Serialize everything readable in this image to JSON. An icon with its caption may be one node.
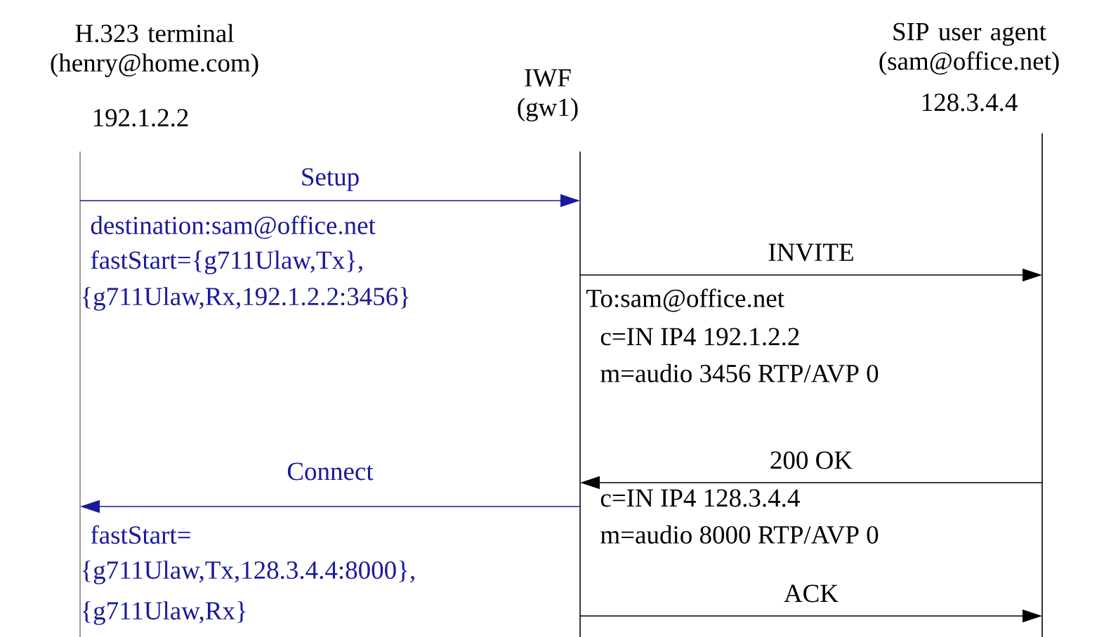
{
  "diagram": {
    "nodes": [
      {
        "text": [
          "H.323 terminal (henry@home.com)",
          "192.1.2.2"
        ]
      },
      {
        "text": [
          "IWF (gw1)"
        ]
      },
      {
        "text": [
          "SIP user agent (sam@office.net)",
          "128.3.4.4"
        ]
      }
    ],
    "edges": [
      {
        "from": 0,
        "to": 1,
        "arrow": "to",
        "label": "Setup",
        "color": "#1a1a9c"
      },
      {
        "from": 1,
        "to": 2,
        "arrow": "to",
        "label": "INVITE"
      },
      {
        "from": 2,
        "to": 1,
        "arrow": "to",
        "label": "200 OK"
      },
      {
        "from": 1,
        "to": 0,
        "arrow": "to",
        "label": "Connect",
        "color": "#1a1a9c"
      },
      {
        "from": 1,
        "to": 2,
        "arrow": "to",
        "label": "ACK"
      }
    ],
    "labels": [
      "destination:sam@office.net",
      "fastStart={g711Ulaw,Tx},",
      "{g711Ulaw,Rx,192.1.2.2:3456}",
      "To:sam@office.net",
      "c=IN IP4 192.1.2.2",
      "m=audio 3456 RTP/AVP 0",
      "c=IN IP4 128.3.4.4",
      "m=audio 8000 RTP/AVP 0",
      "fastStart=",
      "{g711Ulaw,Tx,128.3.4.4:8000},",
      "{g711Ulaw,Rx}"
    ]
  }
}
